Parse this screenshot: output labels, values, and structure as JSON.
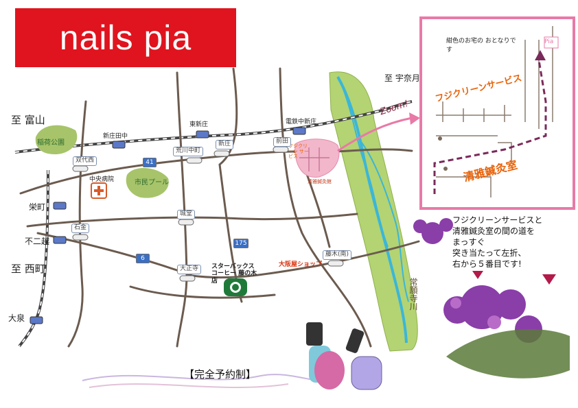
{
  "header": {
    "title": "nails pia",
    "title_bg": "#e0141e"
  },
  "places": {
    "shigi_nara": "至 宇奈月",
    "toyama": "至 富山",
    "nishimachi": "至 西町",
    "ozumi": "大泉",
    "sakaemachi": "栄町",
    "fuji": "不二越",
    "inari_park": "稲荷公園",
    "city_pool": "市民プール",
    "central_hospital": "中央病院",
    "shinden": "新庄田中",
    "higashi_shinjo": "東新庄",
    "den_nakashin": "電鉄中新庄",
    "starbucks": "スターバックス コーヒー 藤の木店",
    "osakaya": "大阪屋ショップ",
    "river": "常願寺川",
    "zoom": "Zoom!",
    "fuji_clean_small": "フジクリーン サービス",
    "seiga_small": "清雅鍼灸館"
  },
  "signals": {
    "soshiro": "双代西",
    "arakawa": "荒川中町",
    "shinjo": "新庄",
    "maeda": "前田",
    "ishigane": "石金",
    "jonaka": "城堂",
    "taisei": "大正寺",
    "fujinoki": "藤木(南)"
  },
  "routes": {
    "r41": "41",
    "r6": "6",
    "r175": "175"
  },
  "inset": {
    "caption": "紺色のお宅の おとなりです",
    "fuji_clean": "フジクリーンサービス",
    "seiga": "清雅鍼灸室",
    "pia_tag": "Pia",
    "border_color": "#e87aa7"
  },
  "note": {
    "lines": [
      "フジクリーンサービスと",
      "清雅鍼灸室の間の道を",
      "まっすぐ",
      "突き当たって左折、",
      "右から５番目です!"
    ]
  },
  "footer": {
    "reserve": "【完全予約制】"
  },
  "icons": [
    "train-station-icon",
    "traffic-signal-icon",
    "hospital-icon",
    "starbucks-logo-icon",
    "nail-polish-icon",
    "flower-icon"
  ]
}
